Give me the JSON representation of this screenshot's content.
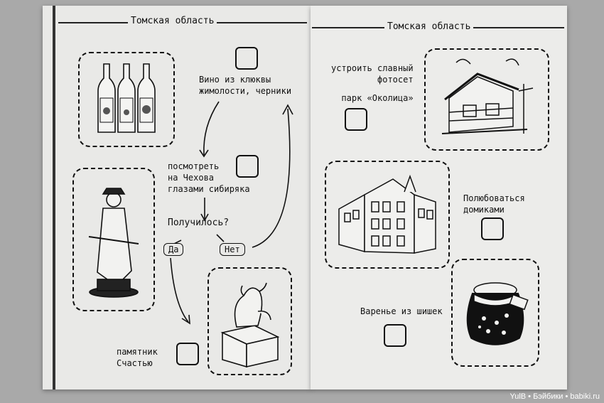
{
  "left_page": {
    "header": "Томская область",
    "wine_label": [
      "Вино из клюквы",
      "жимолости, черники"
    ],
    "chekhov_label": [
      "посмотреть",
      "на Чехова",
      "глазами сибиряка"
    ],
    "question": "Получилось?",
    "answer_yes": "Да",
    "answer_no": "Нет",
    "monument_label": [
      "памятник",
      "Счастью"
    ]
  },
  "right_page": {
    "header": "Томская область",
    "photo_label": [
      "устроить славный",
      "фотосет",
      "парк «Околица»"
    ],
    "houses_label": [
      "Полюбоваться",
      "домиками"
    ],
    "jam_label": "Варенье из шишек"
  },
  "watermark": "YulB • Бэйбики • babiki.ru"
}
